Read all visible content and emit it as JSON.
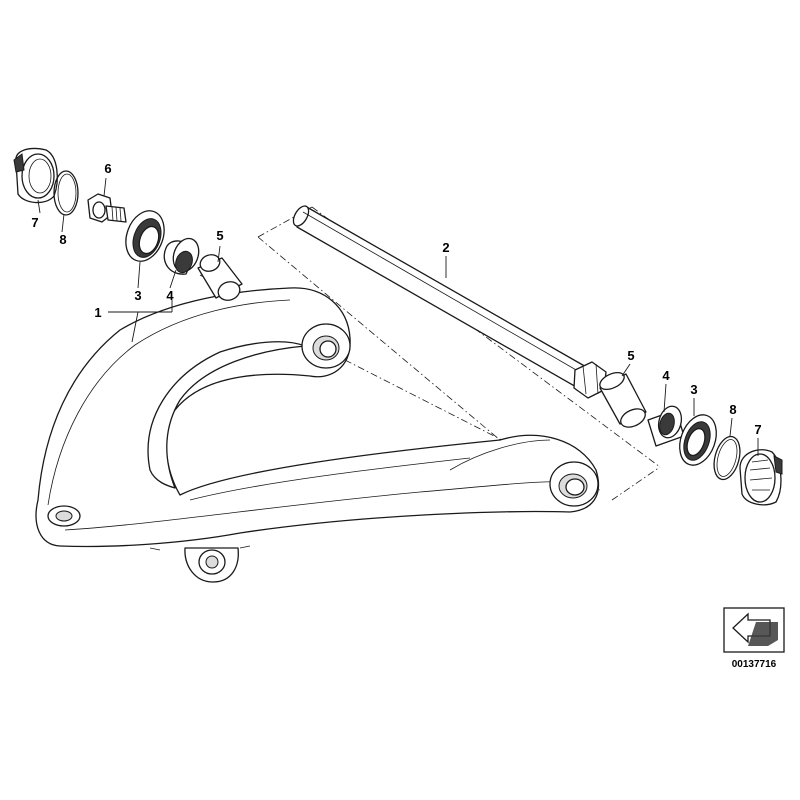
{
  "diagram": {
    "callouts": {
      "c1": "1",
      "c2": "2",
      "c3_left": "3",
      "c4_left": "4",
      "c5_left": "5",
      "c6": "6",
      "c7_left": "7",
      "c8_left": "8",
      "c3_right": "3",
      "c4_right": "4",
      "c5_right": "5",
      "c7_right": "7",
      "c8_right": "8"
    },
    "reference_code": "00137716"
  }
}
